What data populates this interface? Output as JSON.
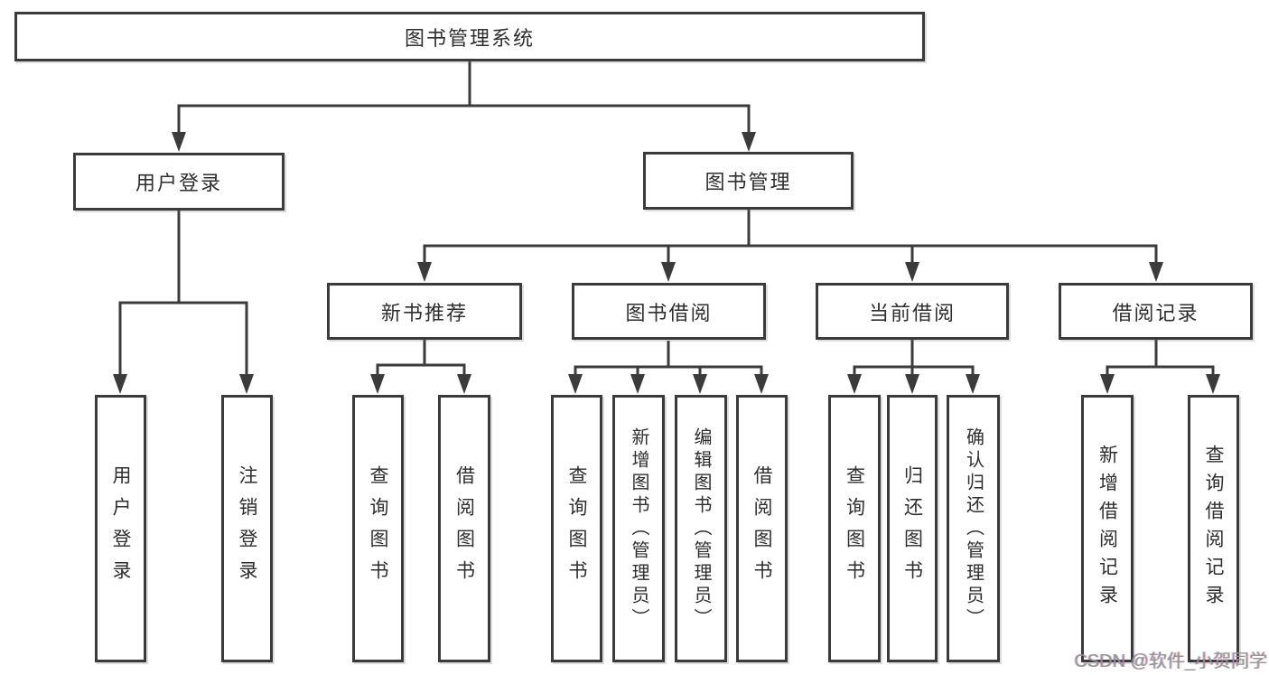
{
  "colors": {
    "line": "#3b3b3b",
    "box_border": "#3b3b3b",
    "box_bg": "#ffffff",
    "text": "#2e2e2e",
    "watermark": "#949494"
  },
  "nodes": {
    "root": "图书管理系统",
    "user_login": "用户登录",
    "book_mgmt": "图书管理",
    "new_books": "新书推荐",
    "book_borrow": "图书借阅",
    "current_borrow": "当前借阅",
    "borrow_records": "借阅记录",
    "leaf_user_login": "用户登录",
    "leaf_logout": "注销登录",
    "leaf_nb_query": "查询图书",
    "leaf_nb_borrow": "借阅图书",
    "leaf_bw_query": "查询图书",
    "leaf_bw_add": "新增图书（管理员）",
    "leaf_bw_edit": "编辑图书（管理员）",
    "leaf_bw_borrow": "借阅图书",
    "leaf_cur_query": "查询图书",
    "leaf_cur_return": "归还图书",
    "leaf_cur_confirm": "确认归还（管理员）",
    "leaf_rec_add": "新增借阅记录",
    "leaf_rec_query": "查询借阅记录"
  },
  "watermark": {
    "text": "CSDN @软件_小贺同学"
  }
}
